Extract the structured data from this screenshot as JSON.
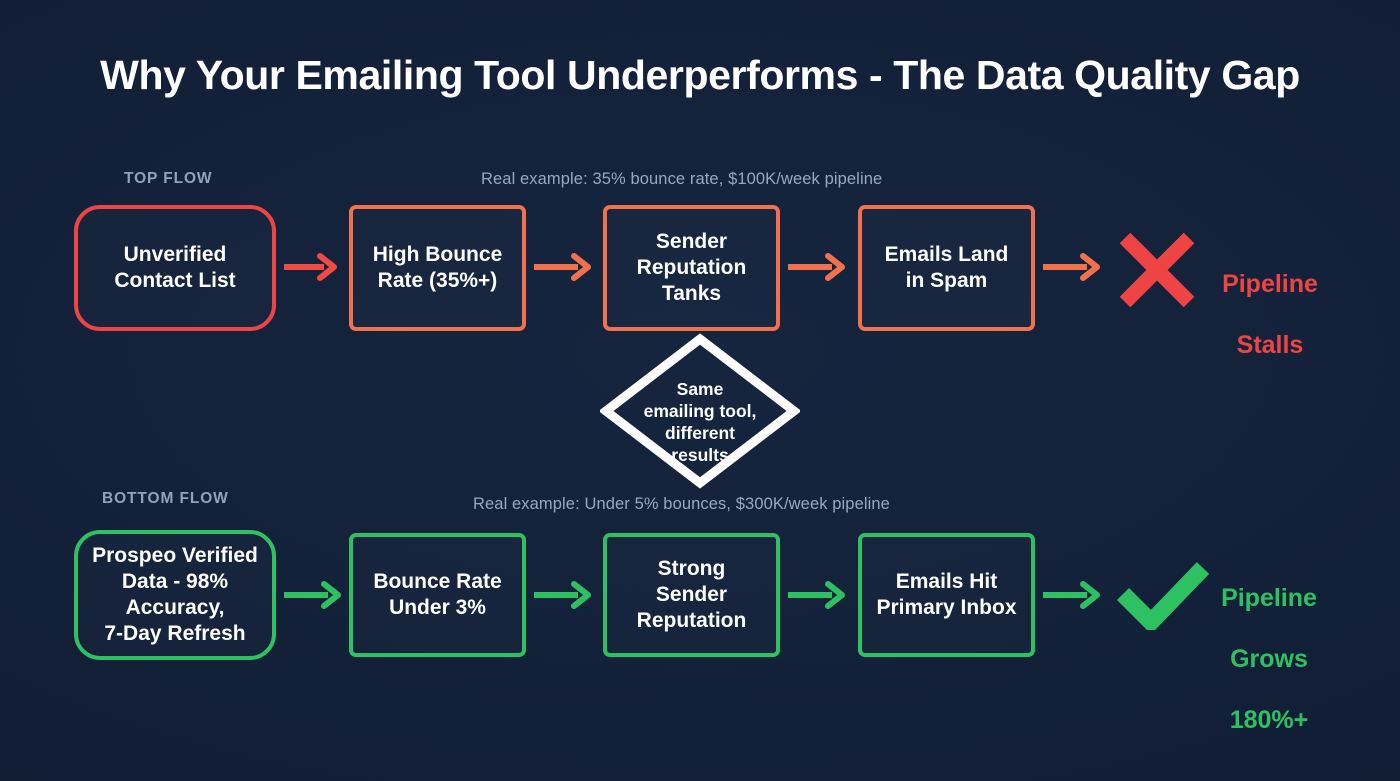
{
  "page": {
    "title": "Why Your Emailing Tool Underperforms - The Data Quality Gap",
    "background_color": "#121f37"
  },
  "colors": {
    "fail_red": "#ef4444",
    "fail_orange": "#f1714f",
    "success_green": "#2ec162",
    "muted_text": "#94a3b8",
    "white": "#ffffff"
  },
  "top_flow": {
    "label": "TOP FLOW",
    "caption": "Real example: 35% bounce rate, $100K/week pipeline",
    "nodes": [
      {
        "text": "Unverified\nContact List",
        "line1": "Unverified",
        "line2": "Contact List",
        "line3": "",
        "line4": "",
        "color": "#ef4444",
        "style": "rounded"
      },
      {
        "text": "High Bounce\nRate (35%+)",
        "line1": "High Bounce",
        "line2": "Rate (35%+)",
        "line3": "",
        "line4": "",
        "color": "#f1714f",
        "style": "square"
      },
      {
        "text": "Sender\nReputation\nTanks",
        "line1": "Sender",
        "line2": "Reputation",
        "line3": "Tanks",
        "line4": "",
        "color": "#f1714f",
        "style": "square"
      },
      {
        "text": "Emails Land\nin Spam",
        "line1": "Emails Land",
        "line2": "in Spam",
        "line3": "",
        "line4": "",
        "color": "#f1714f",
        "style": "square"
      }
    ],
    "outcome": {
      "mark": "cross-icon",
      "label": "Pipeline\nStalls",
      "label_line1": "Pipeline",
      "label_line2": "Stalls",
      "color": "#ef4444"
    }
  },
  "divider": {
    "shape": "diamond",
    "line1": "Same",
    "line2": "emailing tool,",
    "line3": "different",
    "line4": "results",
    "color": "#ffffff"
  },
  "bottom_flow": {
    "label": "BOTTOM FLOW",
    "caption": "Real example: Under 5% bounces, $300K/week pipeline",
    "nodes": [
      {
        "text": "Prospeo Verified Data - 98% Accuracy, 7-Day Refresh",
        "line1": "Prospeo Verified",
        "line2": "Data - 98%",
        "line3": "Accuracy,",
        "line4": "7-Day Refresh",
        "color": "#2ec162",
        "style": "rounded"
      },
      {
        "text": "Bounce Rate\nUnder 3%",
        "line1": "Bounce Rate",
        "line2": "Under 3%",
        "line3": "",
        "line4": "",
        "color": "#2ec162",
        "style": "square"
      },
      {
        "text": "Strong\nSender\nReputation",
        "line1": "Strong",
        "line2": "Sender",
        "line3": "Reputation",
        "line4": "",
        "color": "#2ec162",
        "style": "square"
      },
      {
        "text": "Emails Hit\nPrimary Inbox",
        "line1": "Emails Hit",
        "line2": "Primary Inbox",
        "line3": "",
        "line4": "",
        "color": "#2ec162",
        "style": "square"
      }
    ],
    "outcome": {
      "mark": "check-icon",
      "label": "Pipeline\nGrows\n180%+",
      "label_line1": "Pipeline",
      "label_line2": "Grows",
      "label_line3": "180%+",
      "color": "#2ec162"
    }
  }
}
